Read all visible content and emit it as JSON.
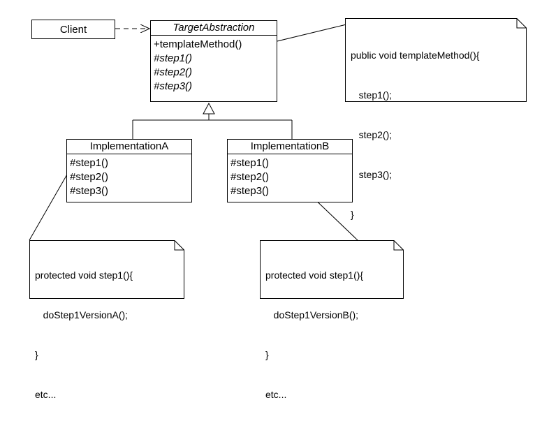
{
  "client": {
    "label": "Client"
  },
  "target": {
    "name": "TargetAbstraction",
    "operations": [
      {
        "text": "+templateMethod()",
        "abstract": false
      },
      {
        "text": "#step1()",
        "abstract": true
      },
      {
        "text": "#step2()",
        "abstract": true
      },
      {
        "text": "#step3()",
        "abstract": true
      }
    ]
  },
  "implA": {
    "name": "ImplementationA",
    "operations": [
      "#step1()",
      "#step2()",
      "#step3()"
    ]
  },
  "implB": {
    "name": "ImplementationB",
    "operations": [
      "#step1()",
      "#step2()",
      "#step3()"
    ]
  },
  "notes": {
    "template": [
      "public void templateMethod(){",
      "   step1();",
      "   step2();",
      "   step3();",
      "}"
    ],
    "a": [
      "protected void step1(){",
      "   doStep1VersionA();",
      "}",
      "etc..."
    ],
    "b": [
      "protected void step1(){",
      "   doStep1VersionB();",
      "}",
      "etc..."
    ]
  }
}
